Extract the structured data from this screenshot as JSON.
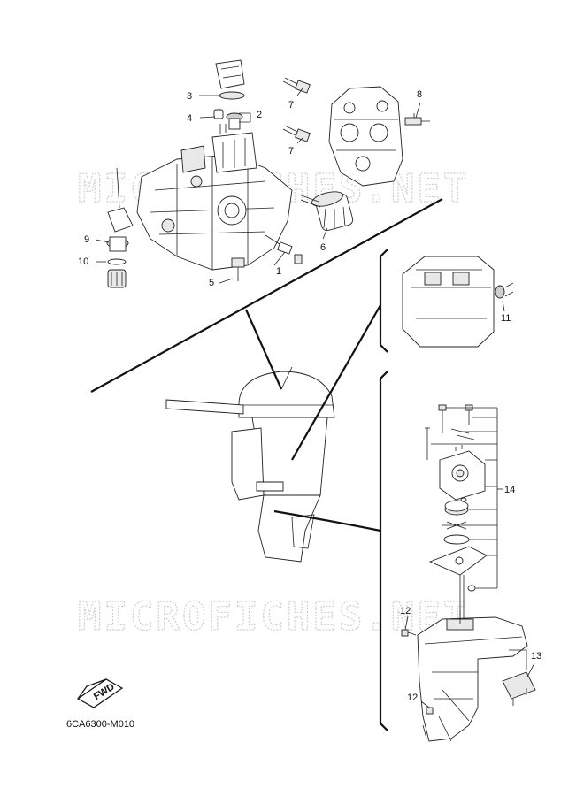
{
  "watermark": "MICROFICHES.NET",
  "diagram_code": "6CA6300-M010",
  "fwd_label": "FWD",
  "callouts": {
    "c1": "1",
    "c2": "2",
    "c3": "3",
    "c4": "4",
    "c5": "5",
    "c6": "6",
    "c7a": "7",
    "c7b": "7",
    "c8": "8",
    "c9": "9",
    "c10": "10",
    "c11": "11",
    "c12a": "12",
    "c12b": "12",
    "c13": "13",
    "c14": "14"
  }
}
